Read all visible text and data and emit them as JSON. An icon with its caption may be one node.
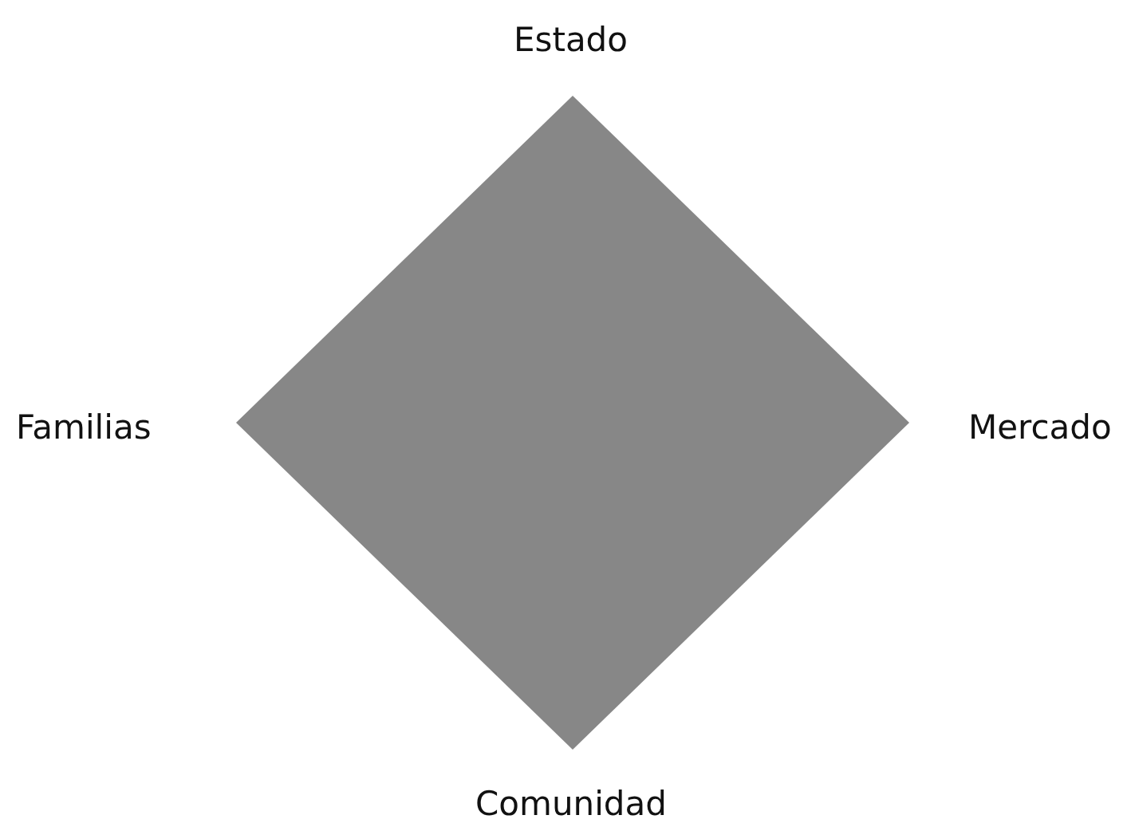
{
  "diagram": {
    "nodes": [
      {
        "text": [],
        "shape": "diamond"
      }
    ],
    "labels": [
      "Estado",
      "Familias",
      "Mercado",
      "Comunidad"
    ]
  }
}
